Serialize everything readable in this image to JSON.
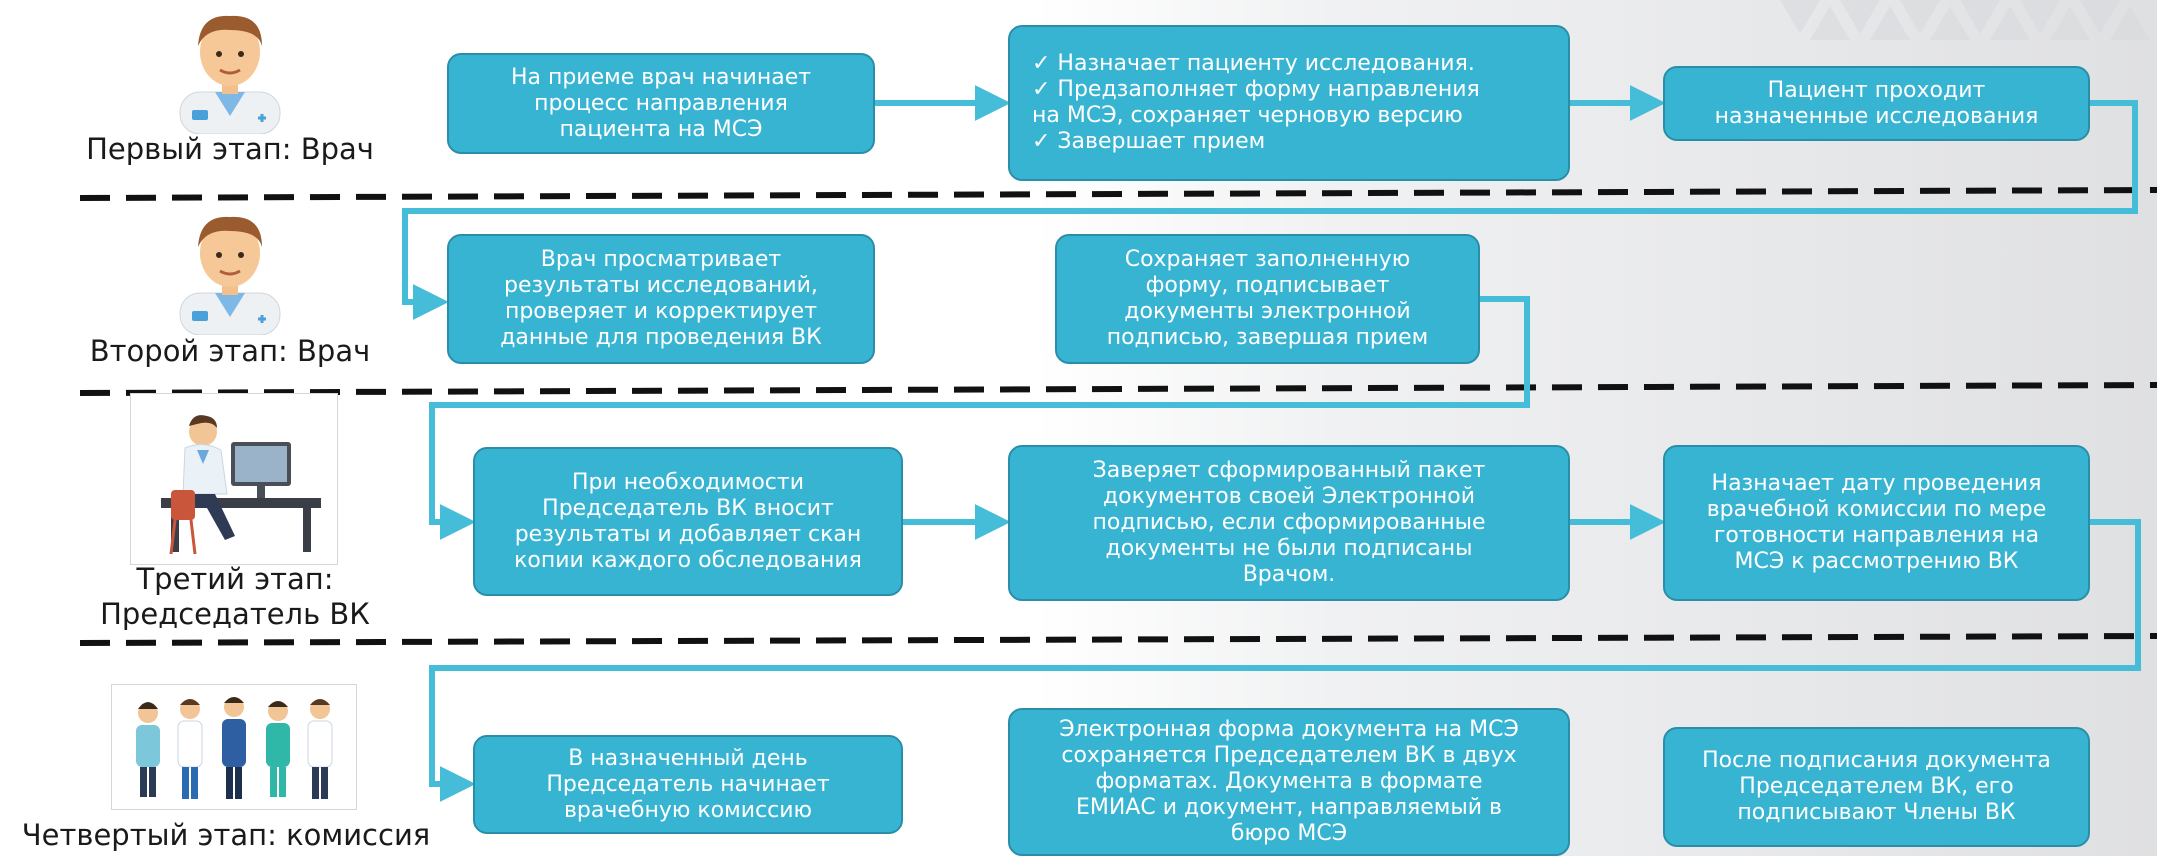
{
  "stages": [
    {
      "label": "Первый этап: Врач"
    },
    {
      "label": "Второй этап: Врач"
    },
    {
      "label": "Третий этап:\nПредседатель ВК"
    },
    {
      "label": "Четвертый этап: комиссия"
    }
  ],
  "boxes": {
    "s1_start": "На приеме врач начинает\nпроцесс направления\nпациента на МСЭ",
    "s1_tasks": "✓ Назначает пациенту исследования.\n✓ Предзаполняет форму направления\n   на МСЭ, сохраняет черновую версию\n✓ Завершает прием",
    "s1_tests": "Пациент проходит\nназначенные исследования",
    "s2_review": "Врач просматривает\nрезультаты исследований,\nпроверяет и корректирует\nданные для проведения ВК",
    "s2_sign": "Сохраняет заполненную\nформу, подписывает\nдокументы электронной\nподписью, завершая прием",
    "s3_scan": "При необходимости\nПредседатель ВК вносит\nрезультаты и добавляет скан\nкопии каждого обследования",
    "s3_certify": "Заверяет сформированный пакет\nдокументов своей Электронной\nподписью, если сформированные\nдокументы не были подписаны\nВрачом.",
    "s3_date": "Назначает дату проведения\nврачебной комиссии по мере\nготовности направления на\nМСЭ к рассмотрению ВК",
    "s4_start": "В назначенный день\nПредседатель начинает\nврачебную комиссию",
    "s4_save": "Электронная форма документа на МСЭ\nсохраняется Председателем ВК в двух\nформатах. Документа в формате\nЕМИАС и документ, направляемый в\nбюро МСЭ",
    "s4_members": "После подписания документа\nПредседателем ВК, его\nподписывают Члены ВК"
  },
  "colors": {
    "box_fill": "#38b4d3",
    "box_border": "#2a8ea8",
    "connector": "#45bcd8",
    "divider": "#111111"
  },
  "icons": [
    "doctor-avatar-icon",
    "doctor-at-desk-icon",
    "medical-team-icon",
    "arrow-icon"
  ]
}
